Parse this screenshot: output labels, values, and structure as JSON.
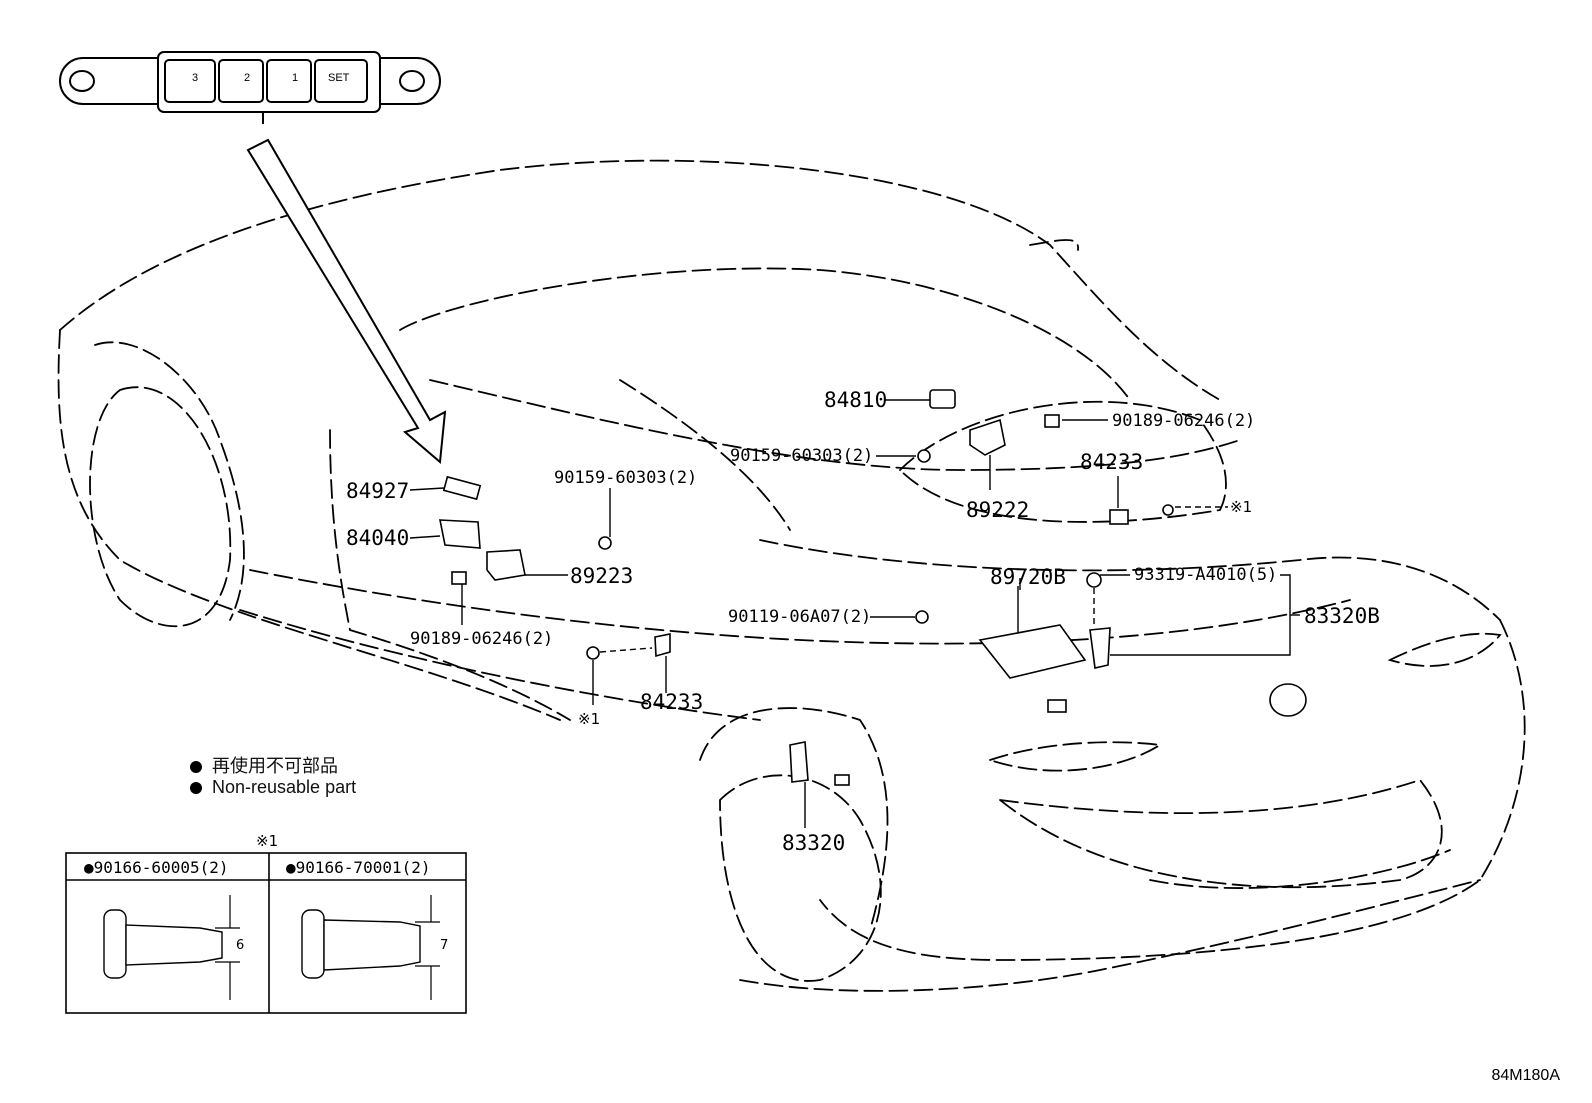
{
  "diagram": {
    "reference_code": "84M180A",
    "switch_labels": [
      "3",
      "2",
      "1",
      "SET"
    ],
    "mark_note": "※1",
    "legend": {
      "items": [
        {
          "text": "再使用不可部品"
        },
        {
          "text": "Non-reusable part"
        }
      ]
    },
    "callouts": [
      {
        "id": "84810",
        "label": "84810"
      },
      {
        "id": "90159-upper",
        "label": "90159-60303(2)"
      },
      {
        "id": "90189-upper",
        "label": "90189-06246(2)"
      },
      {
        "id": "84233-upper",
        "label": "84233"
      },
      {
        "id": "89222",
        "label": "89222"
      },
      {
        "id": "mark-right",
        "label": "※1"
      },
      {
        "id": "84927",
        "label": "84927"
      },
      {
        "id": "90159-left",
        "label": "90159-60303(2)"
      },
      {
        "id": "84040",
        "label": "84040"
      },
      {
        "id": "89223",
        "label": "89223"
      },
      {
        "id": "90189-left",
        "label": "90189-06246(2)"
      },
      {
        "id": "89720B",
        "label": "89720B"
      },
      {
        "id": "93319",
        "label": "93319-A4010(5)"
      },
      {
        "id": "83320B",
        "label": "83320B"
      },
      {
        "id": "90119",
        "label": "90119-06A07(2)"
      },
      {
        "id": "mark-left",
        "label": "※1"
      },
      {
        "id": "84233-lower",
        "label": "84233"
      },
      {
        "id": "83320",
        "label": "83320"
      }
    ],
    "inset": {
      "heading": "※1",
      "cells": [
        {
          "part": "●90166-60005(2)",
          "dimension": "6"
        },
        {
          "part": "●90166-70001(2)",
          "dimension": "7"
        }
      ]
    }
  }
}
